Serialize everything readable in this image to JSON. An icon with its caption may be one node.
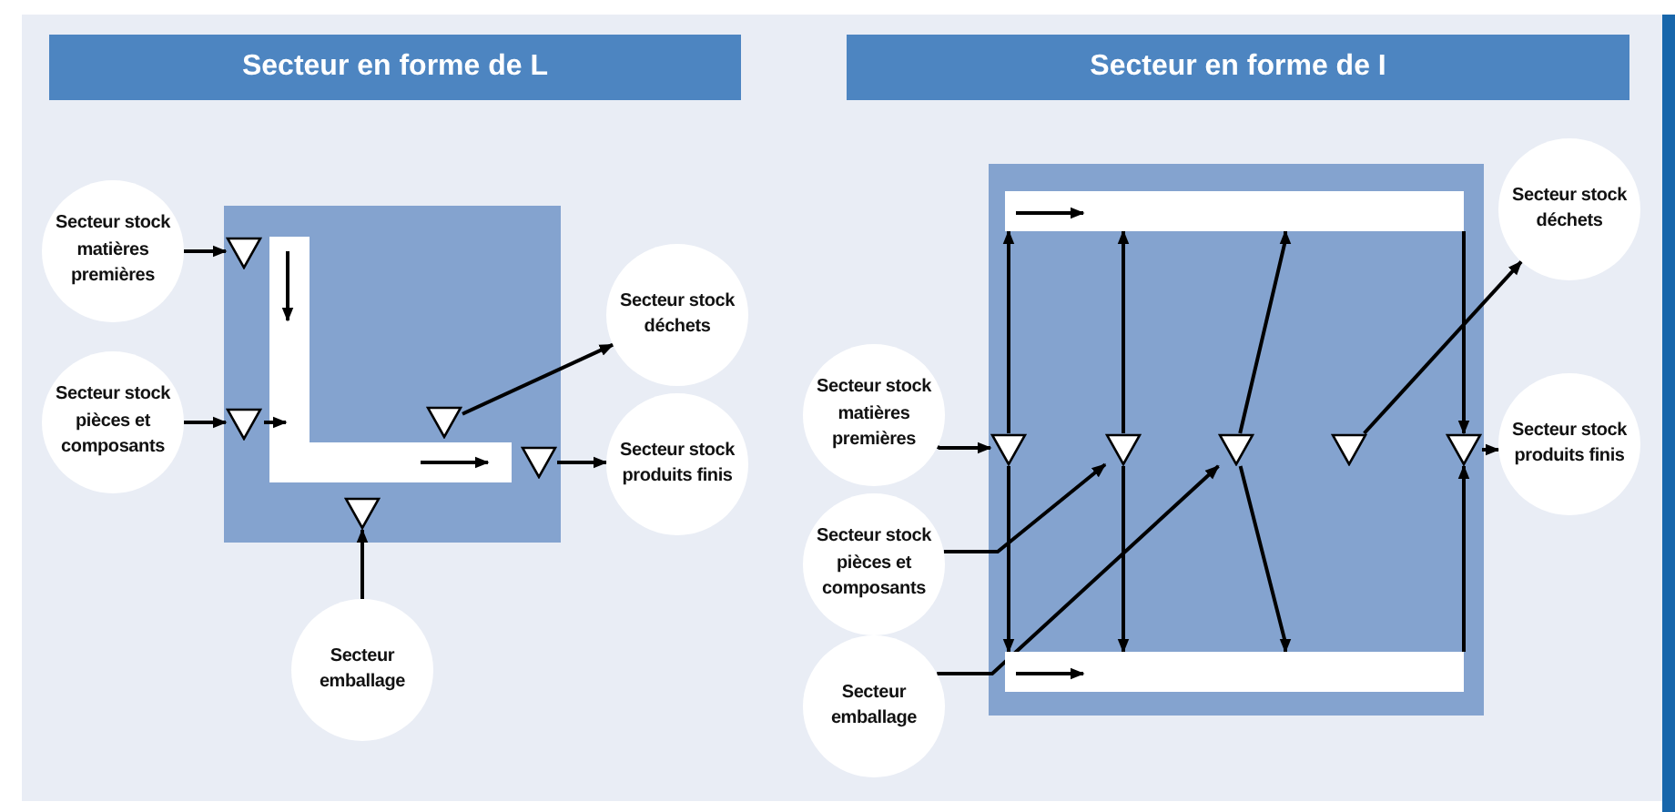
{
  "diagram": {
    "nodes": [
      {
        "text": [
          "Secteur en forme de L"
        ]
      },
      {
        "text": [
          "Secteur en forme de I"
        ]
      },
      {
        "text": [
          "Secteur stock matières premières"
        ]
      },
      {
        "text": [
          "Secteur stock pièces et composants"
        ]
      },
      {
        "text": [
          "Secteur stock déchets"
        ]
      },
      {
        "text": [
          "Secteur stock produits finis"
        ]
      },
      {
        "text": [
          "Secteur emballage"
        ]
      },
      {
        "text": [],
        "shape": "triangle"
      },
      {
        "text": [],
        "shape": "triangle"
      },
      {
        "text": [],
        "shape": "triangle"
      },
      {
        "text": [],
        "shape": "triangle"
      },
      {
        "text": [],
        "shape": "triangle"
      },
      {
        "text": [
          "Secteur stock matières premières"
        ]
      },
      {
        "text": [
          "Secteur stock pièces et composants"
        ]
      },
      {
        "text": [
          "Secteur emballage"
        ]
      },
      {
        "text": [
          "Secteur stock déchets"
        ]
      },
      {
        "text": [
          "Secteur stock produits finis"
        ]
      },
      {
        "text": [],
        "shape": "bar"
      },
      {
        "text": [],
        "shape": "bar"
      },
      {
        "text": [],
        "shape": "triangle"
      },
      {
        "text": [],
        "shape": "triangle"
      },
      {
        "text": [],
        "shape": "triangle"
      },
      {
        "text": [],
        "shape": "triangle"
      },
      {
        "text": [],
        "shape": "triangle"
      }
    ],
    "edges": [
      {
        "from": 2,
        "to": 7,
        "arrow": "to"
      },
      {
        "from": 3,
        "to": 8,
        "arrow": "to"
      },
      {
        "from": 9,
        "to": 4,
        "arrow": "to"
      },
      {
        "from": 10,
        "to": 5,
        "arrow": "to"
      },
      {
        "from": 6,
        "to": 11,
        "arrow": "to"
      },
      {
        "from": 12,
        "to": 19,
        "arrow": "to"
      },
      {
        "from": 19,
        "to": 17,
        "arrow": "to"
      },
      {
        "from": 19,
        "to": 18,
        "arrow": "to"
      },
      {
        "from": 20,
        "to": 17,
        "arrow": "to"
      },
      {
        "from": 20,
        "to": 18,
        "arrow": "to"
      },
      {
        "from": 13,
        "to": 20,
        "arrow": "to"
      },
      {
        "from": 14,
        "to": 21,
        "arrow": "to"
      },
      {
        "from": 21,
        "to": 17,
        "arrow": "to"
      },
      {
        "from": 21,
        "to": 18,
        "arrow": "to"
      },
      {
        "from": 22,
        "to": 15,
        "arrow": "to"
      },
      {
        "from": 17,
        "to": 23,
        "arrow": "to"
      },
      {
        "from": 18,
        "to": 23,
        "arrow": "to"
      },
      {
        "from": 23,
        "to": 16,
        "arrow": "to"
      }
    ]
  }
}
